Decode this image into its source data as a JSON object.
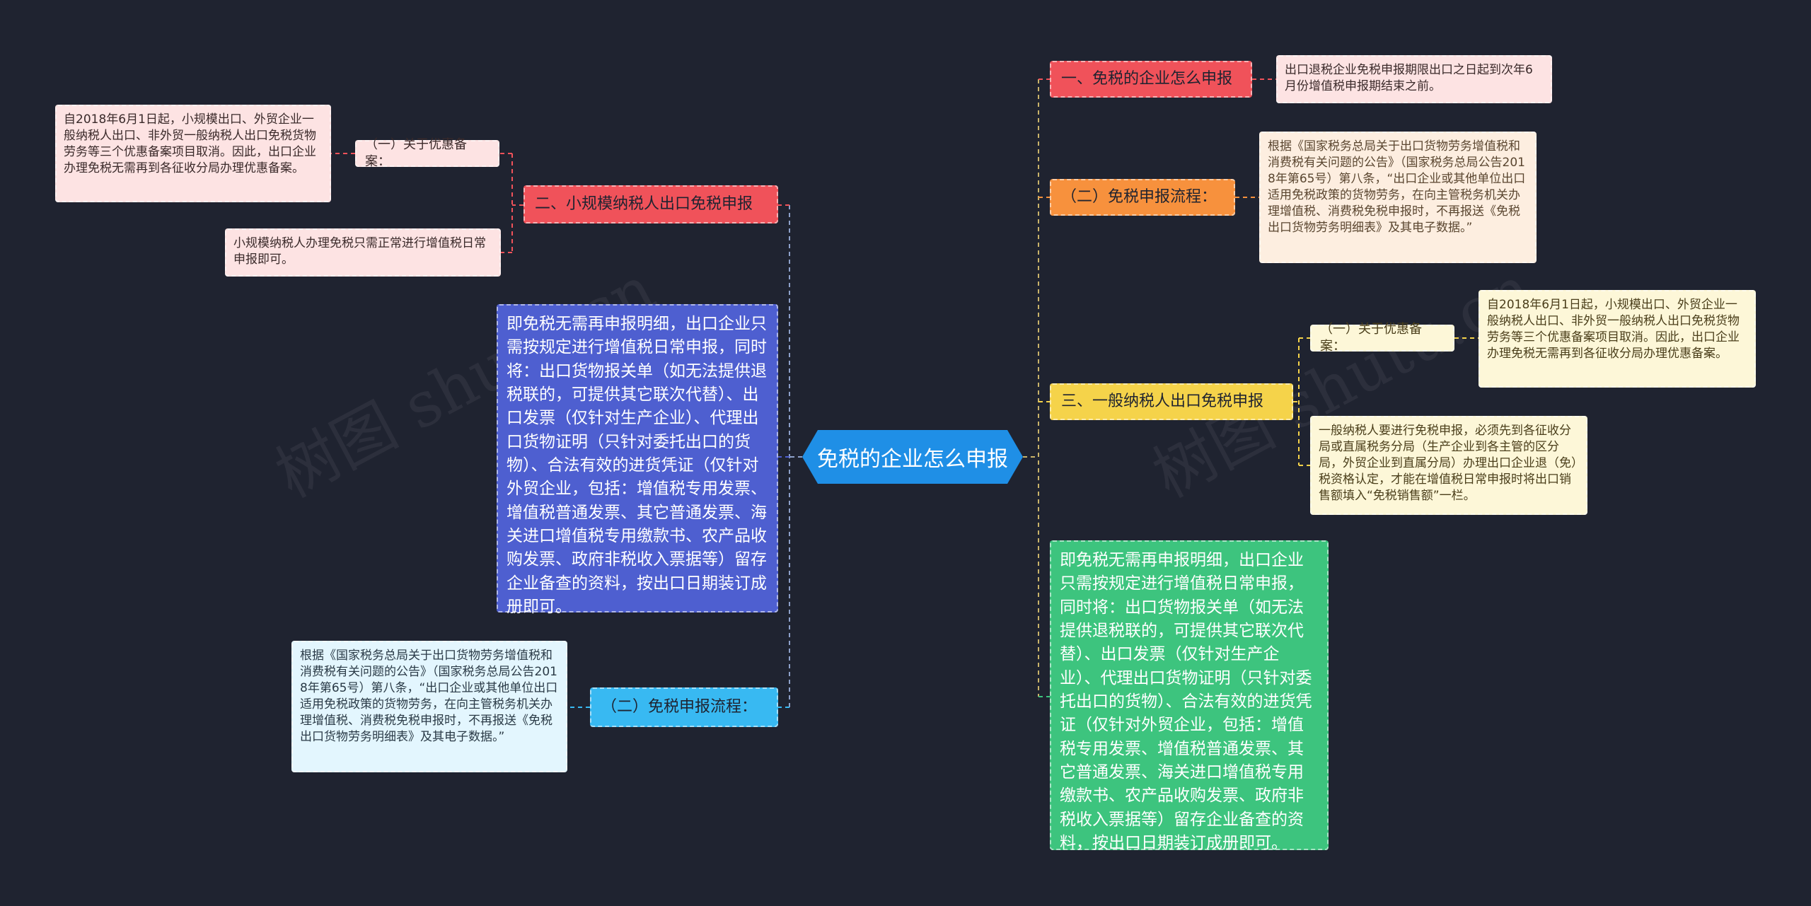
{
  "center": {
    "label": "免税的企业怎么申报"
  },
  "right": {
    "b1": {
      "label": "一、免税的企业怎么申报",
      "leaf": "出口退税企业免税申报期限出口之日起到次年6月份增值税申报期结束之前。"
    },
    "b2": {
      "label": "（二）免税申报流程：",
      "leaf": "根据《国家税务总局关于出口货物劳务增值税和消费税有关问题的公告》（国家税务总局公告2018年第65号）第八条，“出口企业或其他单位出口适用免税政策的货物劳务，在向主管税务机关办理增值税、消费税免税申报时，不再报送《免税出口货物劳务明细表》及其电子数据。”"
    },
    "b3": {
      "label": "三、一般纳税人出口免税申报",
      "sub_label": "（一）关于优惠备案：",
      "sub_leaf": "自2018年6月1日起，小规模出口、外贸企业一般纳税人出口、非外贸一般纳税人出口免税货物劳务等三个优惠备案项目取消。因此，出口企业办理免税无需再到各征收分局办理优惠备案。",
      "leaf2": "一般纳税人要进行免税申报，必须先到各征收分局或直属税务分局（生产企业到各主管的区分局，外贸企业到直属分局）办理出口企业退（免）税资格认定，才能在增值税日常申报时将出口销售额填入“免税销售额”一栏。"
    },
    "b4": {
      "text": "即免税无需再申报明细，出口企业只需按规定进行增值税日常申报，同时将：出口货物报关单（如无法提供退税联的，可提供其它联次代替）、出口发票（仅针对生产企业）、代理出口货物证明（只针对委托出口的货物）、合法有效的进货凭证（仅针对外贸企业，包括：增值税专用发票、增值税普通发票、其它普通发票、海关进口增值税专用缴款书、农产品收购发票、政府非税收入票据等）留存企业备查的资料，按出口日期装订成册即可。"
    }
  },
  "left": {
    "b1": {
      "label": "二、小规模纳税人出口免税申报",
      "sub_label": "（一）关于优惠备案：",
      "sub_leaf": "自2018年6月1日起，小规模出口、外贸企业一般纳税人出口、非外贸一般纳税人出口免税货物劳务等三个优惠备案项目取消。因此，出口企业办理免税无需再到各征收分局办理优惠备案。",
      "leaf2": "小规模纳税人办理免税只需正常进行增值税日常申报即可。"
    },
    "b2": {
      "text": "即免税无需再申报明细，出口企业只需按规定进行增值税日常申报，同时将：出口货物报关单（如无法提供退税联的，可提供其它联次代替）、出口发票（仅针对生产企业）、代理出口货物证明（只针对委托出口的货物）、合法有效的进货凭证（仅针对外贸企业，包括：增值税专用发票、增值税普通发票、其它普通发票、海关进口增值税专用缴款书、农产品收购发票、政府非税收入票据等）留存企业备查的资料，按出口日期装订成册即可。"
    },
    "b3": {
      "label": "（二）免税申报流程：",
      "leaf": "根据《国家税务总局关于出口货物劳务增值税和消费税有关问题的公告》（国家税务总局公告2018年第65号）第八条，“出口企业或其他单位出口适用免税政策的货物劳务，在向主管税务机关办理增值税、消费税免税申报时，不再报送《免税出口货物劳务明细表》及其电子数据。”"
    }
  },
  "watermark": "树图 shutu.cn",
  "colors": {
    "background": "#1f2330",
    "center": "#1f8fe6",
    "red": "#f0525a",
    "orange": "#f7913d",
    "yellow": "#f5d34a",
    "green": "#3dc47e",
    "indigo": "#4e5fd0",
    "sky": "#38b9f2",
    "pink_leaf": "#fde3e3",
    "peach_leaf": "#fdeee0",
    "cream_leaf": "#fdf7d8",
    "light_blue_leaf": "#e3f6fe"
  }
}
